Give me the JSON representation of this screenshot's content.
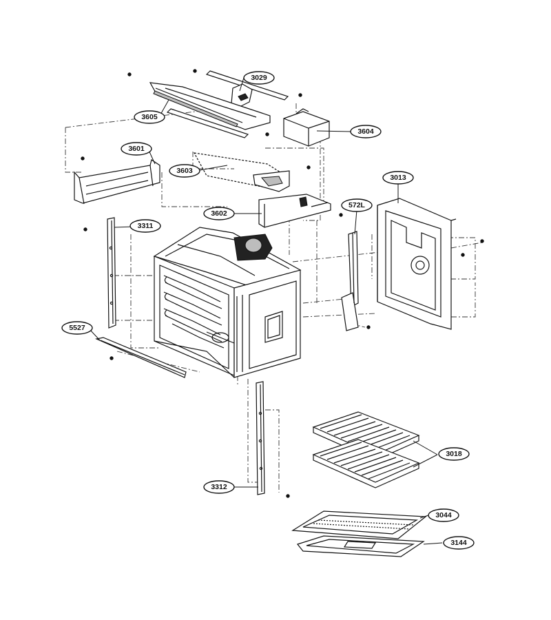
{
  "labels": {
    "p3029": "3029",
    "p3605": "3605",
    "p3604": "3604",
    "p3601": "3601",
    "p3603": "3603",
    "p3013": "3013",
    "p572L": "572L",
    "p3602": "3602",
    "p3311": "3311",
    "p5527": "5527",
    "p3018": "3018",
    "p3312": "3312",
    "p3044": "3044",
    "p3144": "3144"
  }
}
